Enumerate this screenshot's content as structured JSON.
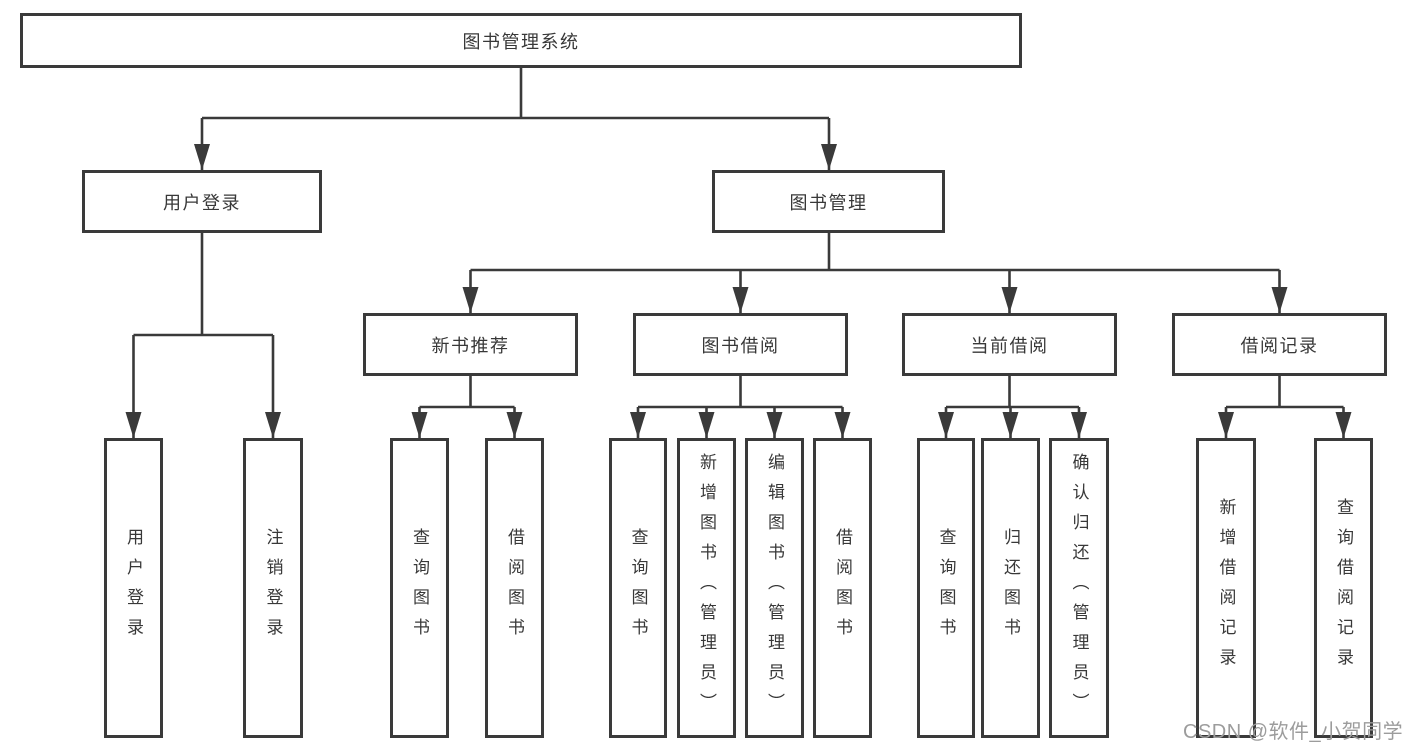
{
  "diagram": {
    "root": {
      "label": "图书管理系统"
    },
    "level2": {
      "user_login": {
        "label": "用户登录"
      },
      "book_management": {
        "label": "图书管理"
      }
    },
    "level3": {
      "new_book_recommend": {
        "label": "新书推荐"
      },
      "book_borrow": {
        "label": "图书借阅"
      },
      "current_borrow": {
        "label": "当前借阅"
      },
      "borrow_records": {
        "label": "借阅记录"
      }
    },
    "leaves": {
      "user_login": [
        "用户登录",
        "注销登录"
      ],
      "new_book_recommend": [
        "查询图书",
        "借阅图书"
      ],
      "book_borrow": [
        "查询图书",
        "新增图书（管理员）",
        "编辑图书（管理员）",
        "借阅图书"
      ],
      "current_borrow": [
        "查询图书",
        "归还图书",
        "确认归还（管理员）"
      ],
      "borrow_records": [
        "新增借阅记录",
        "查询借阅记录"
      ]
    }
  },
  "watermark": {
    "text": "CSDN @软件_小贺同学",
    "color": "#9c9c9c"
  },
  "colors": {
    "line": "#3a3a3a",
    "text": "#383838",
    "background": "#ffffff"
  }
}
